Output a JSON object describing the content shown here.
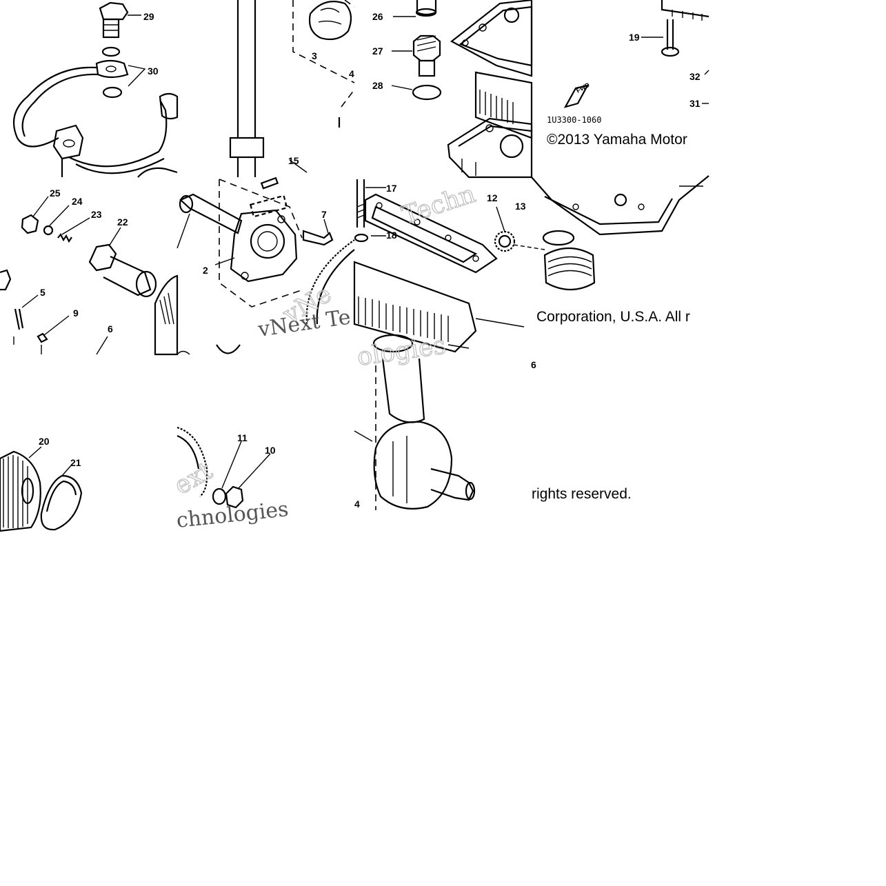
{
  "diagram": {
    "part_labels": [
      {
        "id": "p29",
        "text": "29"
      },
      {
        "id": "p30",
        "text": "30"
      },
      {
        "id": "p3",
        "text": "3"
      },
      {
        "id": "p4",
        "text": "4"
      },
      {
        "id": "p26",
        "text": "26"
      },
      {
        "id": "p27",
        "text": "27"
      },
      {
        "id": "p28",
        "text": "28"
      },
      {
        "id": "p19",
        "text": "19"
      },
      {
        "id": "p32",
        "text": "32"
      },
      {
        "id": "p31",
        "text": "31"
      },
      {
        "id": "p15",
        "text": "15"
      },
      {
        "id": "p25",
        "text": "25"
      },
      {
        "id": "p24",
        "text": "24"
      },
      {
        "id": "p23",
        "text": "23"
      },
      {
        "id": "p22",
        "text": "22"
      },
      {
        "id": "p7",
        "text": "7"
      },
      {
        "id": "p2",
        "text": "2"
      },
      {
        "id": "p17",
        "text": "17"
      },
      {
        "id": "p18",
        "text": "18"
      },
      {
        "id": "p12",
        "text": "12"
      },
      {
        "id": "p13",
        "text": "13"
      },
      {
        "id": "p5",
        "text": "5"
      },
      {
        "id": "p9",
        "text": "9"
      },
      {
        "id": "p6",
        "text": "6"
      },
      {
        "id": "p20",
        "text": "20"
      },
      {
        "id": "p21",
        "text": "21"
      },
      {
        "id": "p11",
        "text": "11"
      },
      {
        "id": "p10",
        "text": "10"
      },
      {
        "id": "p14",
        "text": "4"
      },
      {
        "id": "p6b",
        "text": "6"
      }
    ],
    "drawing_code": "1U3300-1060",
    "copyright_line1": "©2013 Yamaha Motor",
    "copyright_line2": "Corporation, U.S.A. All r",
    "copyright_line3": "rights reserved.",
    "watermark_words": [
      "Techn",
      "vNext Te",
      "ologies",
      "chnologies",
      "ext",
      "vNe"
    ]
  }
}
